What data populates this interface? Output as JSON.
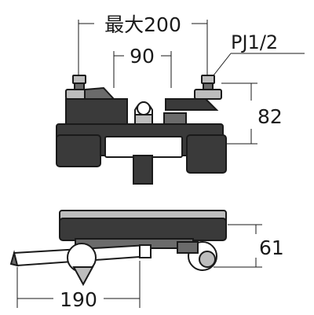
{
  "labels": {
    "max_width": "最大200",
    "center_distance": "90",
    "thread": "PJ1/2",
    "front_height": "82",
    "side_height": "61",
    "spout_length": "190"
  }
}
